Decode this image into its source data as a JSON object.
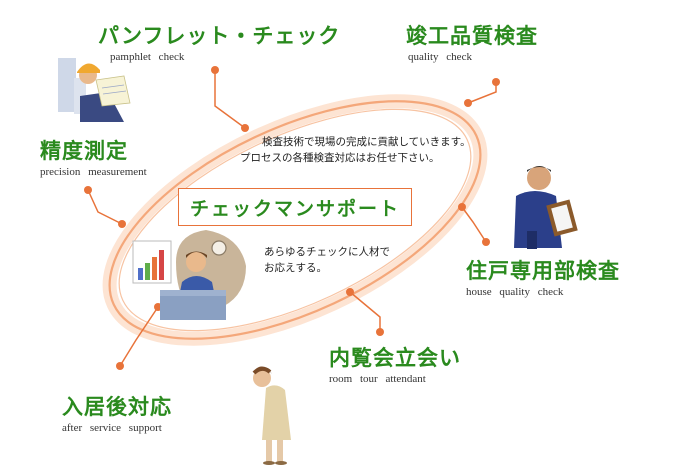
{
  "colors": {
    "title": "#2a8a1e",
    "accent": "#e8733a",
    "ellipse": "#f7c3a2",
    "center_title": "#2a8a1e"
  },
  "center": {
    "title": "チェックマンサポート"
  },
  "message_top": {
    "line1": "検査技術で現場の完成に貢献していきます。",
    "line2": "プロセスの各種検査対応はお任せ下さい。"
  },
  "message_bottom": {
    "line1": "あらゆるチェックに人材で",
    "line2": "お応えする。"
  },
  "services": [
    {
      "title": "パンフレット・チェック",
      "subtitle": "pamphlet check"
    },
    {
      "title": "竣工品質検査",
      "subtitle": "quality check"
    },
    {
      "title": "精度測定",
      "subtitle": "precision measurement"
    },
    {
      "title": "住戸専用部検査",
      "subtitle": "house quality check"
    },
    {
      "title": "内覧会立会い",
      "subtitle": "room tour attendant"
    },
    {
      "title": "入居後対応",
      "subtitle": "after service support"
    }
  ],
  "illustrations": {
    "engineer": "engineer-reading-plan-icon",
    "inspector": "inspector-clipboard-icon",
    "attendant": "bowing-attendant-icon",
    "office": "office-worker-chart-icon"
  }
}
